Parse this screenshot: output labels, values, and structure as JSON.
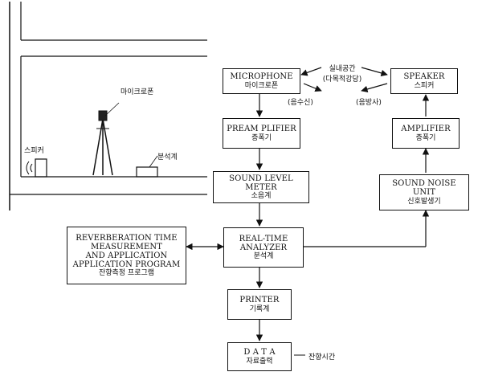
{
  "illustration": {
    "microphone_label": "마이크로폰",
    "speaker_label": "스피커",
    "analyzer_label": "분석계"
  },
  "boxes": {
    "microphone": {
      "en": "MICROPHONE",
      "ko": "마이크로폰"
    },
    "speaker": {
      "en": "SPEAKER",
      "ko": "스피커"
    },
    "preamplifier": {
      "en": "PREAM PLIFIER",
      "ko": "증폭기"
    },
    "amplifier": {
      "en": "AMPLIFIER",
      "ko": "증폭기"
    },
    "sound_level_meter": {
      "en": "SOUND LEVEL METER",
      "ko": "소음계"
    },
    "sound_noise_unit": {
      "en": "SOUND NOISE UNIT",
      "ko": "신호발생기"
    },
    "analyzer": {
      "en1": "REAL-TIME",
      "en2": "ANALYZER",
      "ko": "분석계"
    },
    "program": {
      "line1": "REVERBERATION TIME",
      "line2": "MEASUREMENT",
      "line3": "AND APPLICATION",
      "line4": "APPLICATION PROGRAM",
      "ko": "잔향측정 프로그램"
    },
    "printer": {
      "en": "PRINTER",
      "ko": "기록계"
    },
    "data": {
      "en": "D A T A",
      "ko": "자료출력"
    }
  },
  "labels": {
    "room_line1": "실내공간",
    "room_line2": "(다목적강당)",
    "receive": "(음수신)",
    "emit": "(음방사)",
    "reverb_time": "잔향시간"
  }
}
